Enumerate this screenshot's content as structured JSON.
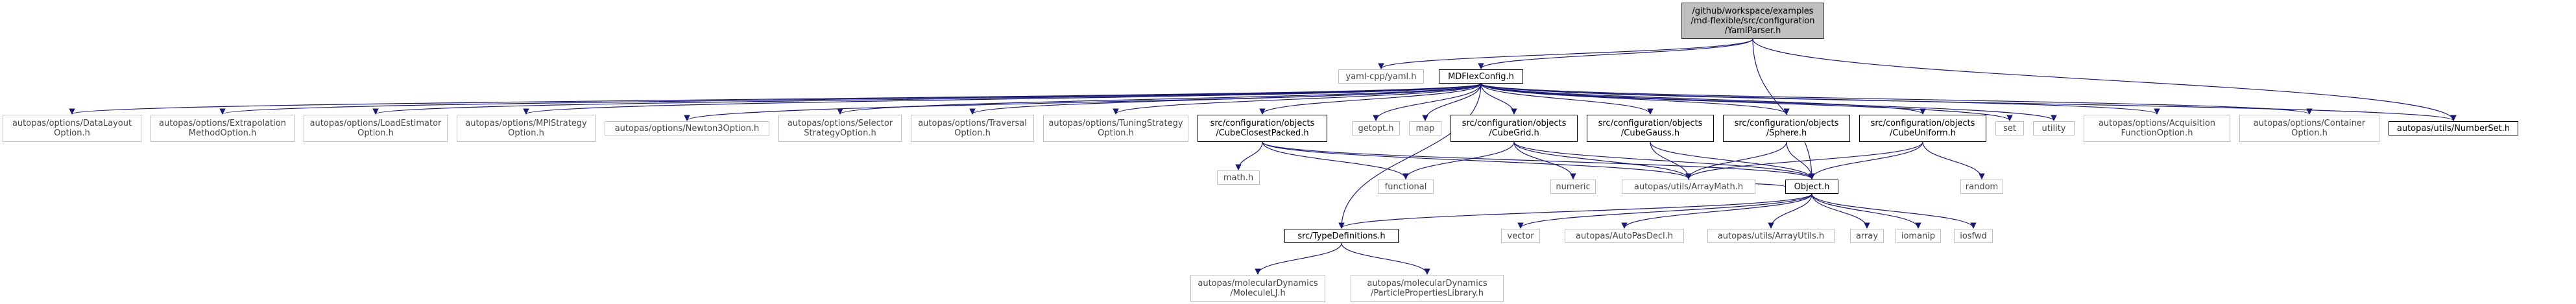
{
  "diagram": {
    "nodes": [
      {
        "id": "yamlparser",
        "label": "/github/workspace/examples\n/md-flexible/src/configuration\n/YamlParser.h",
        "kind": "main",
        "interactable": false
      },
      {
        "id": "yamlcpp",
        "label": "yaml-cpp/yaml.h",
        "kind": "external",
        "interactable": false
      },
      {
        "id": "mdflexconfig",
        "label": "MDFlexConfig.h",
        "kind": "doc",
        "interactable": true
      },
      {
        "id": "numberset",
        "label": "autopas/utils/NumberSet.h",
        "kind": "doc",
        "interactable": true
      },
      {
        "id": "object",
        "label": "Object.h",
        "kind": "doc",
        "interactable": true
      },
      {
        "id": "datalayout",
        "label": "autopas/options/DataLayout\nOption.h",
        "kind": "external",
        "interactable": false
      },
      {
        "id": "extrapolation",
        "label": "autopas/options/Extrapolation\nMethodOption.h",
        "kind": "external",
        "interactable": false
      },
      {
        "id": "loadestimator",
        "label": "autopas/options/LoadEstimator\nOption.h",
        "kind": "external",
        "interactable": false
      },
      {
        "id": "mpistrategy",
        "label": "autopas/options/MPIStrategy\nOption.h",
        "kind": "external",
        "interactable": false
      },
      {
        "id": "newton3",
        "label": "autopas/options/Newton3Option.h",
        "kind": "external",
        "interactable": false
      },
      {
        "id": "selector",
        "label": "autopas/options/Selector\nStrategyOption.h",
        "kind": "external",
        "interactable": false
      },
      {
        "id": "traversal",
        "label": "autopas/options/Traversal\nOption.h",
        "kind": "external",
        "interactable": false
      },
      {
        "id": "tuning",
        "label": "autopas/options/TuningStrategy\nOption.h",
        "kind": "external",
        "interactable": false
      },
      {
        "id": "cubeclosest",
        "label": "src/configuration/objects\n/CubeClosestPacked.h",
        "kind": "doc",
        "interactable": true
      },
      {
        "id": "getopt",
        "label": "getopt.h",
        "kind": "external",
        "interactable": false
      },
      {
        "id": "map",
        "label": "map",
        "kind": "external",
        "interactable": false
      },
      {
        "id": "cubegrid",
        "label": "src/configuration/objects\n/CubeGrid.h",
        "kind": "doc",
        "interactable": true
      },
      {
        "id": "cubegauss",
        "label": "src/configuration/objects\n/CubeGauss.h",
        "kind": "doc",
        "interactable": true
      },
      {
        "id": "sphere",
        "label": "src/configuration/objects\n/Sphere.h",
        "kind": "doc",
        "interactable": true
      },
      {
        "id": "cubeuniform",
        "label": "src/configuration/objects\n/CubeUniform.h",
        "kind": "doc",
        "interactable": true
      },
      {
        "id": "set",
        "label": "set",
        "kind": "external",
        "interactable": false
      },
      {
        "id": "utility",
        "label": "utility",
        "kind": "external",
        "interactable": false
      },
      {
        "id": "acquisition",
        "label": "autopas/options/Acquisition\nFunctionOption.h",
        "kind": "external",
        "interactable": false
      },
      {
        "id": "container",
        "label": "autopas/options/Container\nOption.h",
        "kind": "external",
        "interactable": false
      },
      {
        "id": "mathh",
        "label": "math.h",
        "kind": "external",
        "interactable": false
      },
      {
        "id": "functional",
        "label": "functional",
        "kind": "external",
        "interactable": false
      },
      {
        "id": "numeric",
        "label": "numeric",
        "kind": "external",
        "interactable": false
      },
      {
        "id": "arraymath",
        "label": "autopas/utils/ArrayMath.h",
        "kind": "external",
        "interactable": false
      },
      {
        "id": "random",
        "label": "random",
        "kind": "external",
        "interactable": false
      },
      {
        "id": "typedefs",
        "label": "src/TypeDefinitions.h",
        "kind": "doc",
        "interactable": true
      },
      {
        "id": "vector",
        "label": "vector",
        "kind": "external",
        "interactable": false
      },
      {
        "id": "autopasdecl",
        "label": "autopas/AutoPasDecl.h",
        "kind": "external",
        "interactable": false
      },
      {
        "id": "arrayutils",
        "label": "autopas/utils/ArrayUtils.h",
        "kind": "external",
        "interactable": false
      },
      {
        "id": "array",
        "label": "array",
        "kind": "external",
        "interactable": false
      },
      {
        "id": "iomanip",
        "label": "iomanip",
        "kind": "external",
        "interactable": false
      },
      {
        "id": "iosfwd",
        "label": "iosfwd",
        "kind": "external",
        "interactable": false
      },
      {
        "id": "moleculelj",
        "label": "autopas/molecularDynamics\n/MoleculeLJ.h",
        "kind": "external",
        "interactable": false
      },
      {
        "id": "particleprops",
        "label": "autopas/molecularDynamics\n/ParticlePropertiesLibrary.h",
        "kind": "external",
        "interactable": false
      }
    ],
    "edges": [
      [
        "yamlparser",
        "yamlcpp"
      ],
      [
        "yamlparser",
        "mdflexconfig"
      ],
      [
        "yamlparser",
        "numberset"
      ],
      [
        "yamlparser",
        "object"
      ],
      [
        "mdflexconfig",
        "datalayout"
      ],
      [
        "mdflexconfig",
        "extrapolation"
      ],
      [
        "mdflexconfig",
        "loadestimator"
      ],
      [
        "mdflexconfig",
        "mpistrategy"
      ],
      [
        "mdflexconfig",
        "newton3"
      ],
      [
        "mdflexconfig",
        "selector"
      ],
      [
        "mdflexconfig",
        "traversal"
      ],
      [
        "mdflexconfig",
        "tuning"
      ],
      [
        "mdflexconfig",
        "cubeclosest"
      ],
      [
        "mdflexconfig",
        "getopt"
      ],
      [
        "mdflexconfig",
        "map"
      ],
      [
        "mdflexconfig",
        "cubegrid"
      ],
      [
        "mdflexconfig",
        "cubegauss"
      ],
      [
        "mdflexconfig",
        "sphere"
      ],
      [
        "mdflexconfig",
        "cubeuniform"
      ],
      [
        "mdflexconfig",
        "set"
      ],
      [
        "mdflexconfig",
        "utility"
      ],
      [
        "mdflexconfig",
        "acquisition"
      ],
      [
        "mdflexconfig",
        "container"
      ],
      [
        "mdflexconfig",
        "numberset"
      ],
      [
        "mdflexconfig",
        "typedefs"
      ],
      [
        "cubeclosest",
        "mathh"
      ],
      [
        "cubeclosest",
        "functional"
      ],
      [
        "cubeclosest",
        "arraymath"
      ],
      [
        "cubeclosest",
        "object"
      ],
      [
        "cubegrid",
        "functional"
      ],
      [
        "cubegrid",
        "numeric"
      ],
      [
        "cubegrid",
        "arraymath"
      ],
      [
        "cubegrid",
        "object"
      ],
      [
        "cubegauss",
        "arraymath"
      ],
      [
        "cubegauss",
        "object"
      ],
      [
        "sphere",
        "arraymath"
      ],
      [
        "sphere",
        "object"
      ],
      [
        "cubeuniform",
        "random"
      ],
      [
        "cubeuniform",
        "arraymath"
      ],
      [
        "cubeuniform",
        "object"
      ],
      [
        "object",
        "typedefs"
      ],
      [
        "object",
        "vector"
      ],
      [
        "object",
        "autopasdecl"
      ],
      [
        "object",
        "arrayutils"
      ],
      [
        "object",
        "arraymath"
      ],
      [
        "object",
        "array"
      ],
      [
        "object",
        "iomanip"
      ],
      [
        "object",
        "iosfwd"
      ],
      [
        "typedefs",
        "moleculelj"
      ],
      [
        "typedefs",
        "particleprops"
      ]
    ]
  },
  "colors": {
    "doc_edge": "#191970",
    "external_edge": "#191970",
    "external_border": "#bfbfbf",
    "doc_border": "#000000",
    "main_fill": "#bfbfbf"
  }
}
